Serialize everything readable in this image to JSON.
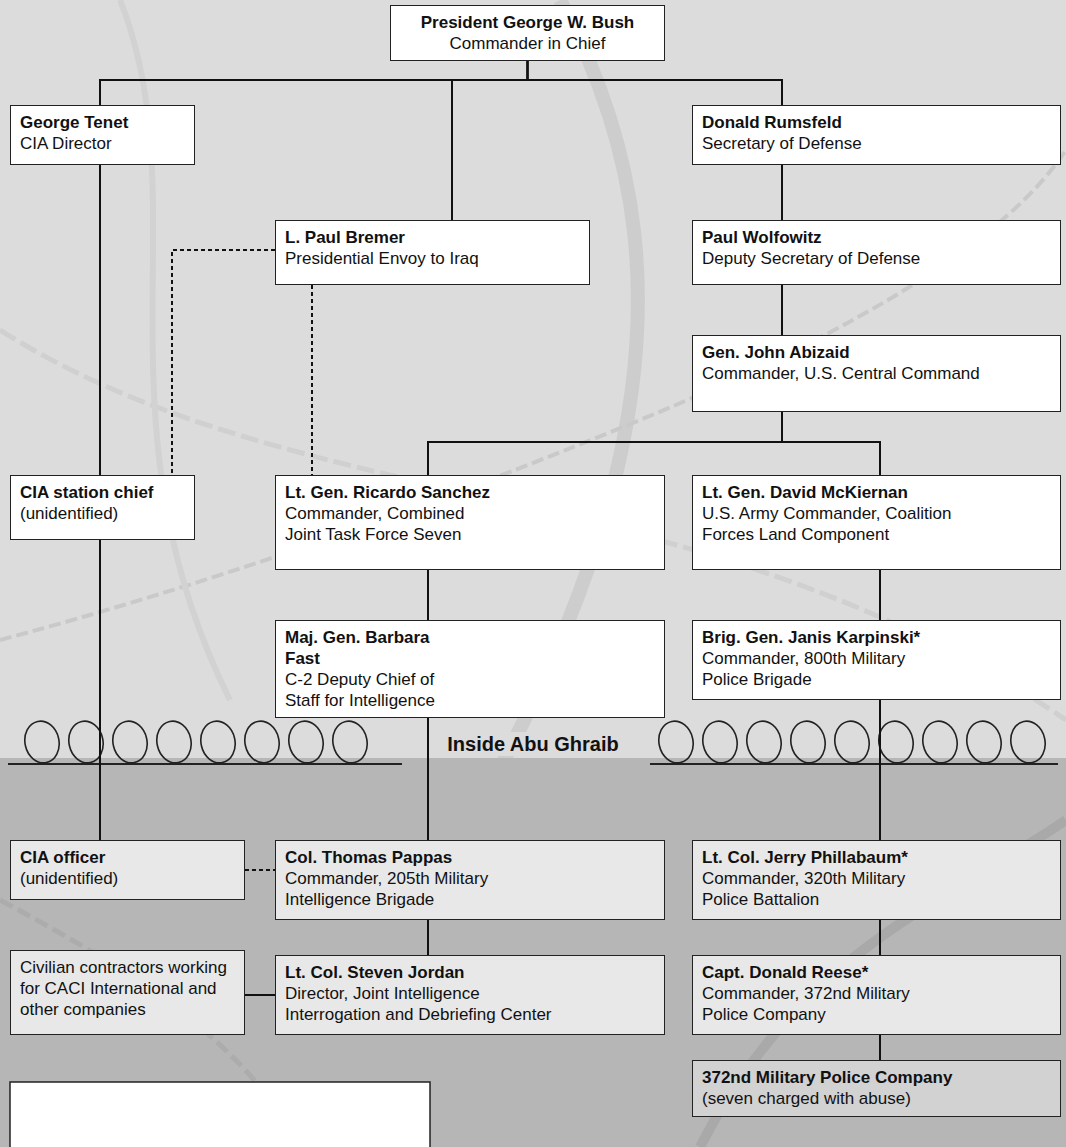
{
  "diagram": {
    "nodes": [
      {
        "text": [
          "President George W. Bush",
          "Commander in Chief"
        ]
      },
      {
        "text": [
          "George Tenet",
          "CIA Director"
        ]
      },
      {
        "text": [
          "Donald Rumsfeld",
          "Secretary of Defense"
        ]
      },
      {
        "text": [
          "L. Paul Bremer",
          "Presidential Envoy to Iraq"
        ]
      },
      {
        "text": [
          "Paul Wolfowitz",
          "Deputy Secretary of Defense"
        ]
      },
      {
        "text": [
          "Gen. John Abizaid",
          "Commander, U.S. Central Command"
        ]
      },
      {
        "text": [
          "CIA station chief",
          "(unidentified)"
        ]
      },
      {
        "text": [
          "Lt. Gen. Ricardo Sanchez",
          "Commander, Combined Joint Task Force Seven"
        ]
      },
      {
        "text": [
          "Lt. Gen. David McKiernan",
          "U.S. Army Commander, Coalition Forces Land Component"
        ]
      },
      {
        "text": [
          "Maj. Gen. Barbara Fast",
          "C-2 Deputy Chief of Staff for Intelligence"
        ]
      },
      {
        "text": [
          "Brig. Gen. Janis Karpinski*",
          "Commander, 800th Military Police Brigade"
        ]
      },
      {
        "text": [
          "Inside Abu Ghraib"
        ]
      },
      {
        "text": [
          "CIA officer",
          "(unidentified)"
        ],
        "in": 11
      },
      {
        "text": [
          "Col. Thomas Pappas",
          "Commander, 205th Military Intelligence Brigade"
        ],
        "in": 11
      },
      {
        "text": [
          "Lt. Col. Jerry Phillabaum*",
          "Commander, 320th Military Police Battalion"
        ],
        "in": 11
      },
      {
        "text": [
          "Civilian contractors working for CACI International and other companies"
        ],
        "in": 11
      },
      {
        "text": [
          "Lt. Col. Steven Jordan",
          "Director, Joint Intelligence Interrogation and Debriefing Center"
        ],
        "in": 11
      },
      {
        "text": [
          "Capt. Donald Reese*",
          "Commander, 372nd Military Police Company"
        ],
        "in": 11
      },
      {
        "text": [
          "372nd Military Police Company",
          "(seven charged with abuse)"
        ],
        "in": 11
      }
    ],
    "edges": [
      {
        "from": 0,
        "to": 1,
        "arrow": "none"
      },
      {
        "from": 0,
        "to": 3,
        "arrow": "none"
      },
      {
        "from": 0,
        "to": 2,
        "arrow": "none"
      },
      {
        "from": 1,
        "to": 6,
        "arrow": "none"
      },
      {
        "from": 6,
        "to": 12,
        "arrow": "none"
      },
      {
        "from": 3,
        "to": 6,
        "arrow": "none"
      },
      {
        "from": 3,
        "to": 7,
        "arrow": "none"
      },
      {
        "from": 2,
        "to": 4,
        "arrow": "none"
      },
      {
        "from": 4,
        "to": 5,
        "arrow": "none"
      },
      {
        "from": 5,
        "to": 7,
        "arrow": "none"
      },
      {
        "from": 5,
        "to": 8,
        "arrow": "none"
      },
      {
        "from": 7,
        "to": 9,
        "arrow": "none"
      },
      {
        "from": 9,
        "to": 13,
        "arrow": "none"
      },
      {
        "from": 13,
        "to": 16,
        "arrow": "none"
      },
      {
        "from": 8,
        "to": 10,
        "arrow": "none"
      },
      {
        "from": 10,
        "to": 14,
        "arrow": "none"
      },
      {
        "from": 14,
        "to": 17,
        "arrow": "none"
      },
      {
        "from": 17,
        "to": 18,
        "arrow": "none"
      },
      {
        "from": 12,
        "to": 13,
        "arrow": "none"
      },
      {
        "from": 15,
        "to": 16,
        "arrow": "none"
      }
    ]
  }
}
